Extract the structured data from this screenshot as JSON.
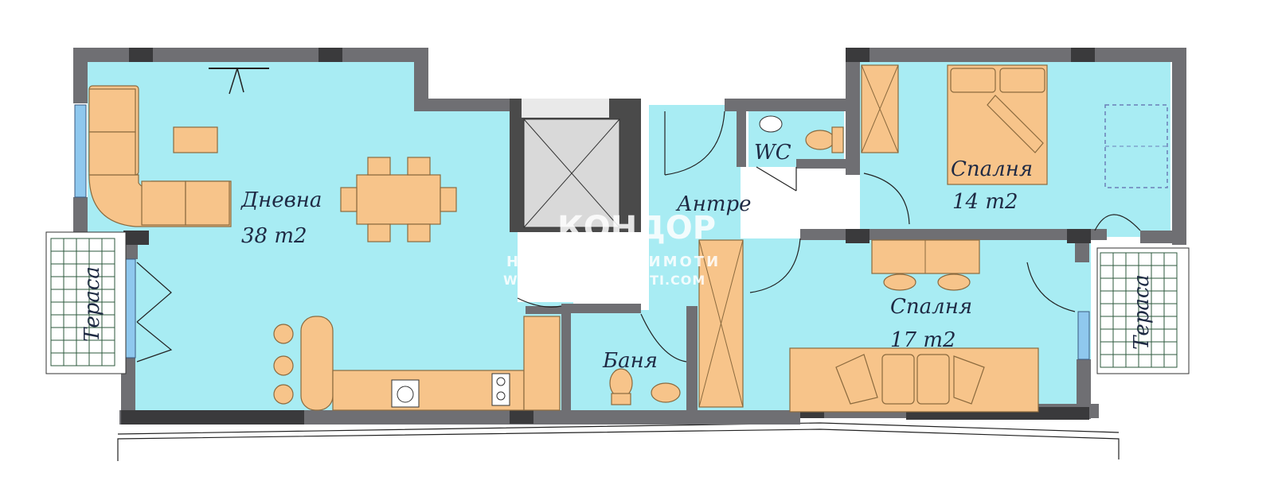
{
  "rooms": {
    "living": {
      "name": "Дневна",
      "area": "38 m2"
    },
    "hall": {
      "name": "Антре"
    },
    "wc": {
      "name": "WC"
    },
    "bath": {
      "name": "Баня"
    },
    "bedroom1": {
      "name": "Спалня",
      "area": "14 m2"
    },
    "bedroom2": {
      "name": "Спалня",
      "area": "17 m2"
    },
    "terrace_left": {
      "name": "Тераса"
    },
    "terrace_right": {
      "name": "Тераса"
    }
  },
  "watermark": {
    "brand": "КОНДОР",
    "tagline": "НЕДВИЖИМИ ИМОТИ",
    "website": "WWW.KONDORIMOTI.COM"
  },
  "colors": {
    "floor": "#a8ecf3",
    "wall": "#6f6f73",
    "furniture": "#f7c48a",
    "elevator": "#d9d9d9"
  }
}
